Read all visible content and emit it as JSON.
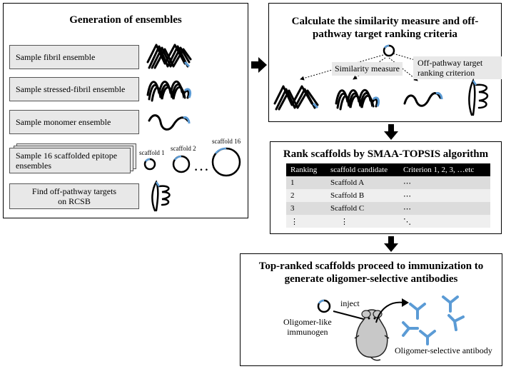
{
  "panel1": {
    "title": "Generation of ensembles",
    "items": [
      "Sample fibril ensemble",
      "Sample stressed-fibril ensemble",
      "Sample monomer ensemble",
      "Sample 16 scaffolded epitope ensembles",
      "Find off-pathway targets on RCSB"
    ],
    "scaffold_labels": [
      "scaffold 1",
      "scaffold 2",
      "scaffold 16"
    ],
    "ellipsis": "…"
  },
  "panel2": {
    "title_line1": "Calculate the similarity measure and off-",
    "title_line2": "pathway target ranking criteria",
    "similarity_label": "Similarity measure",
    "offpathway_line1": "Off-pathway target",
    "offpathway_line2": "ranking criterion"
  },
  "panel3": {
    "title": "Rank scaffolds by SMAA-TOPSIS algorithm",
    "headers": [
      "Ranking",
      "scaffold candidate",
      "Criterion 1, 2, 3, …etc"
    ],
    "rows": [
      [
        "1",
        "Scaffold A",
        "⋯"
      ],
      [
        "2",
        "Scaffold B",
        "⋯"
      ],
      [
        "3",
        "Scaffold C",
        "⋯"
      ],
      [
        "⋮",
        "⋮",
        "⋱"
      ]
    ]
  },
  "panel4": {
    "title_line1": "Top-ranked scaffolds proceed to immunization to",
    "title_line2": "generate oligomer-selective antibodies",
    "inject_label": "inject",
    "immunogen_line1": "Oligomer-like",
    "immunogen_line2": "immunogen",
    "antibody_label": "Oligomer-selective antibody"
  },
  "colors": {
    "accent_blue": "#5b9bd5",
    "box_gray": "#e8e8e8"
  }
}
